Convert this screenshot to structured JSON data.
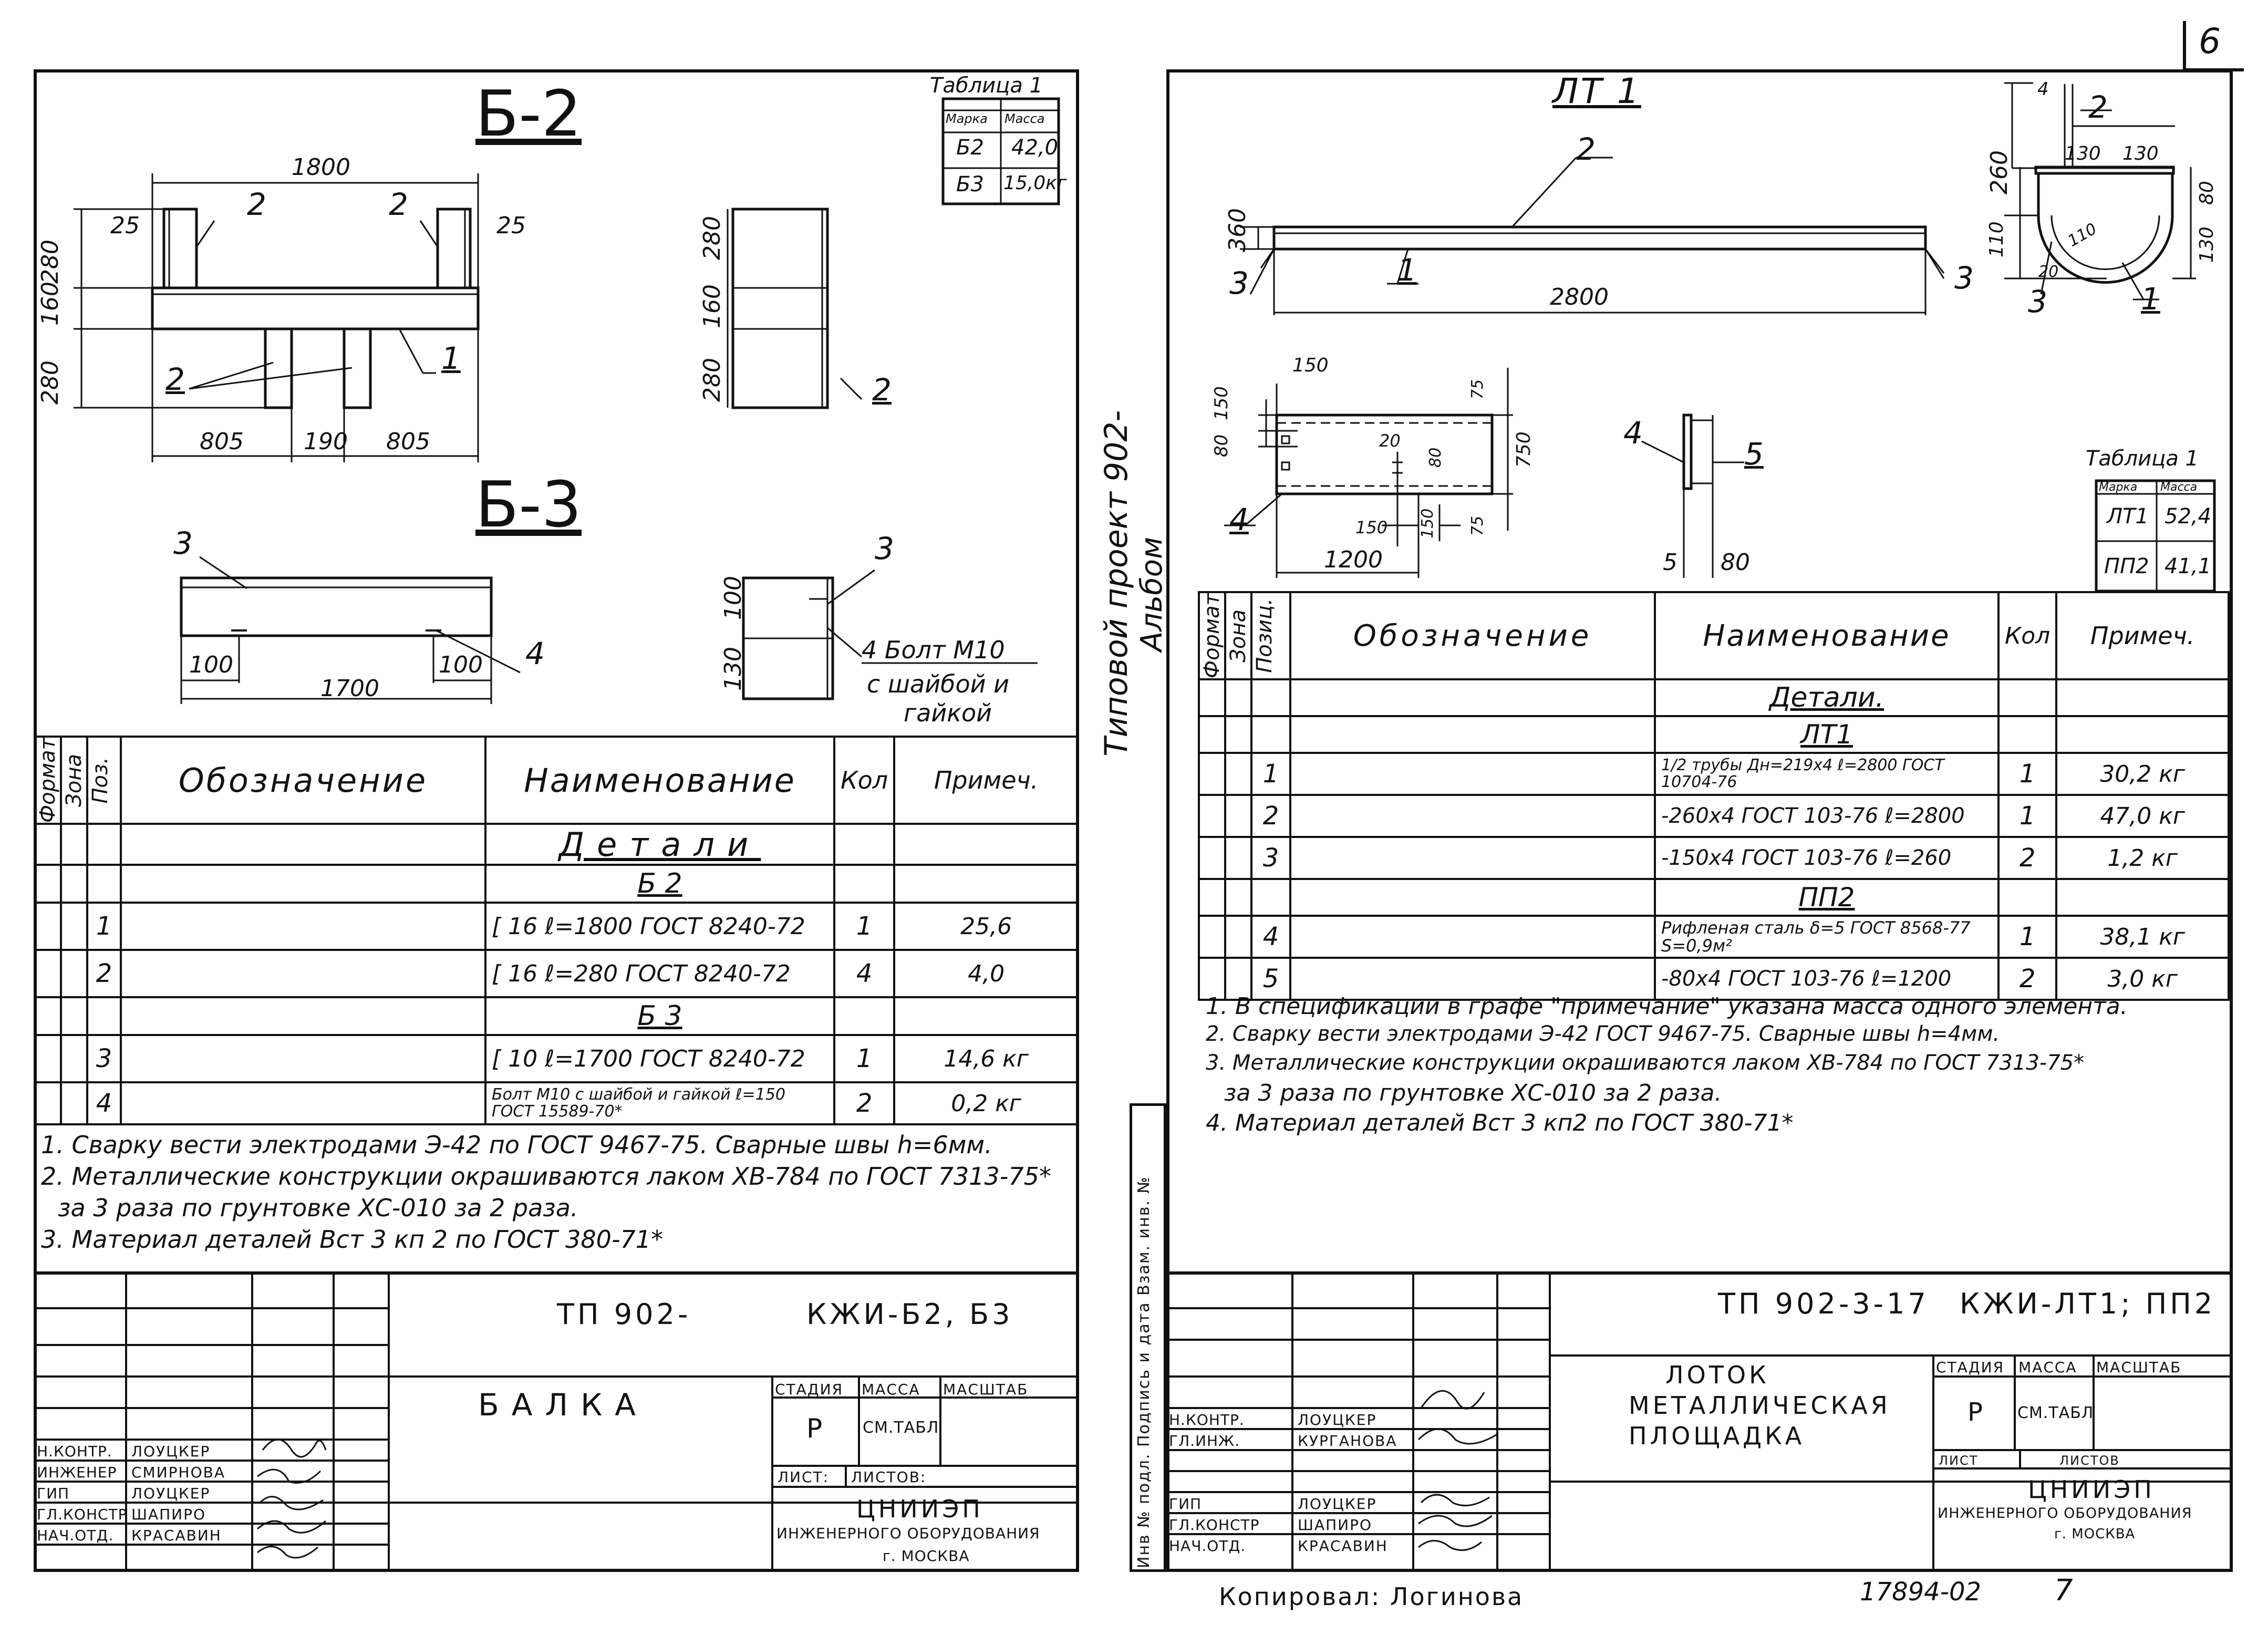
{
  "page_number": "6",
  "left": {
    "title_b2": "Б-2",
    "title_b3": "Б-3",
    "table1": {
      "caption": "Таблица 1",
      "head": [
        "Марка",
        "Масса"
      ],
      "rows": [
        [
          "Б2",
          "42,0"
        ],
        [
          "Б3",
          "15,0кг"
        ]
      ]
    },
    "dims": {
      "d1800": "1800",
      "d25a": "25",
      "d25b": "25",
      "d280a": "280",
      "d160": "160",
      "d280b": "280",
      "d805a": "805",
      "d190": "190",
      "d805b": "805",
      "s280": "280",
      "s160": "160",
      "s280b": "280",
      "d100a": "100",
      "d100b": "100",
      "d1700": "1700",
      "d100c": "100",
      "d130": "130"
    },
    "leaders": {
      "l2a": "2",
      "l2b": "2",
      "l1": "1",
      "l2c": "2",
      "l2d": "2",
      "l3a": "3",
      "l3b": "3",
      "l4": "4"
    },
    "bolt_note": [
      "4 Болт М10",
      "с шайбой и",
      "гайкой"
    ],
    "spec_head": {
      "format": "Формат",
      "zone": "Зона",
      "pos": "Поз.",
      "designation": "Обозначение",
      "name": "Наименование",
      "qty": "Кол",
      "note": "Примеч."
    },
    "spec_sections": {
      "details": "Детали",
      "b2": "Б 2",
      "b3": "Б 3"
    },
    "spec_rows": [
      {
        "pos": "1",
        "name": "[ 16 ℓ=1800 ГОСТ 8240-72",
        "qty": "1",
        "note": "25,6"
      },
      {
        "pos": "2",
        "name": "[ 16 ℓ=280 ГОСТ 8240-72",
        "qty": "4",
        "note": "4,0"
      },
      {
        "pos": "3",
        "name": "[ 10 ℓ=1700 ГОСТ 8240-72",
        "qty": "1",
        "note": "14,6 кг"
      },
      {
        "pos": "4",
        "name": "Болт М10 с шайбой и гайкой ℓ=150 ГОСТ 15589-70*",
        "qty": "2",
        "note": "0,2 кг"
      }
    ],
    "notes": [
      "1. Сварку вести электродами Э-42 по ГОСТ 9467-75. Сварные швы h=6мм.",
      "2. Металлические конструкции окрашиваются лаком ХВ-784 по ГОСТ 7313-75*",
      "за 3 раза по грунтовке ХС-010 за 2 раза.",
      "3. Материал деталей Вст 3 кп 2 по ГОСТ 380-71*"
    ],
    "stamp": {
      "code": "ТП 902-",
      "mark": "КЖИ-Б2, Б3",
      "title": "БАЛКА",
      "stage_h": "СТАДИЯ",
      "mass_h": "МАССА",
      "scale_h": "МАСШТАБ",
      "stage": "Р",
      "mass": "СМ.ТАБЛ",
      "sheet_h": "ЛИСТ:",
      "sheets_h": "ЛИСТОВ:",
      "org1": "ЦНИИЭП",
      "org2": "ИНЖЕНЕРНОГО ОБОРУДОВАНИЯ",
      "org3": "г. МОСКВА",
      "people": [
        [
          "Н.КОНТР.",
          "ЛОУЦКЕР"
        ],
        [
          "ИНЖЕНЕР",
          "СМИРНОВА"
        ],
        [
          "ГИП",
          "ЛОУЦКЕР"
        ],
        [
          "ГЛ.КОНСТР",
          "ШАПИРО"
        ],
        [
          "НАЧ.ОТД.",
          "КРАСАВИН"
        ]
      ]
    }
  },
  "middle": {
    "side_text": "Типовой проект 902-",
    "side_text2": "Альбом",
    "stamp_cols": "Инв № подл.  Подпись и дата  Взам. инв. №"
  },
  "right": {
    "title_lt1": "ЛТ 1",
    "table1": {
      "caption": "Таблица 1",
      "head": [
        "Марка",
        "Масса"
      ],
      "rows": [
        [
          "ЛТ1",
          "52,4"
        ],
        [
          "ПП2",
          "41,1"
        ]
      ]
    },
    "dims": {
      "d360": "360",
      "d2800": "2800",
      "d4": "4",
      "d260": "260",
      "d130a": "130",
      "d130b": "130",
      "d80": "80",
      "d110": "110",
      "d130c": "130",
      "r110": "110",
      "d20a": "20",
      "d150a": "150",
      "d80b": "80",
      "d150b": "150",
      "d75a": "75",
      "d750": "750",
      "d20b": "20",
      "d80c": "80",
      "d150c": "150",
      "d150d": "150",
      "d75b": "75",
      "d1200": "1200",
      "d5": "5",
      "d80d": "80"
    },
    "leaders": {
      "l2": "2",
      "l3a": "3",
      "l1": "1",
      "l3b": "3",
      "l2b": "2",
      "l3c": "3",
      "l1b": "1",
      "l4": "4",
      "l4b": "4",
      "l5": "5"
    },
    "spec_head": {
      "format": "Формат",
      "zone": "Зона",
      "pos": "Позиц.",
      "designation": "Обозначение",
      "name": "Наименование",
      "qty": "Кол",
      "note": "Примеч."
    },
    "spec_sections": {
      "details": "Детали.",
      "lt1": "ЛТ1",
      "pp2": "ПП2"
    },
    "spec_rows": [
      {
        "pos": "1",
        "name": "1/2 трубы Дн=219х4 ℓ=2800 ГОСТ 10704-76",
        "qty": "1",
        "note": "30,2 кг"
      },
      {
        "pos": "2",
        "name": "-260х4 ГОСТ 103-76 ℓ=2800",
        "qty": "1",
        "note": "47,0 кг"
      },
      {
        "pos": "3",
        "name": "-150х4 ГОСТ 103-76 ℓ=260",
        "qty": "2",
        "note": "1,2 кг"
      },
      {
        "pos": "4",
        "name": "Рифленая сталь δ=5 ГОСТ 8568-77 S=0,9м²",
        "qty": "1",
        "note": "38,1 кг"
      },
      {
        "pos": "5",
        "name": "-80х4 ГОСТ 103-76 ℓ=1200",
        "qty": "2",
        "note": "3,0 кг"
      }
    ],
    "notes": [
      "1. В спецификации в графе \"примечание\" указана масса одного элемента.",
      "2. Сварку вести электродами Э-42 ГОСТ 9467-75. Сварные швы h=4мм.",
      "3. Металлические конструкции окрашиваются лаком ХВ-784 по ГОСТ 7313-75*",
      "за 3 раза по грунтовке ХС-010 за 2 раза.",
      "4. Материал деталей Вст 3 кп2 по ГОСТ 380-71*"
    ],
    "stamp": {
      "code": "ТП 902-3-17",
      "mark": "КЖИ-ЛТ1; ПП2",
      "title1": "ЛОТОК",
      "title2": "МЕТАЛЛИЧЕСКАЯ",
      "title3": "ПЛОЩАДКА",
      "stage_h": "СТАДИЯ",
      "mass_h": "МАССА",
      "scale_h": "МАСШТАБ",
      "stage": "Р",
      "mass": "СМ.ТАБЛ",
      "sheet_h": "ЛИСТ",
      "sheets_h": "ЛИСТОВ",
      "org1": "ЦНИИЭП",
      "org2": "ИНЖЕНЕРНОГО ОБОРУДОВАНИЯ",
      "org3": "г. МОСКВА",
      "people": [
        [
          "Н.КОНТР.",
          "ЛОУЦКЕР"
        ],
        [
          "ГЛ.ИНЖ.",
          "КУРГАНОВА"
        ],
        [
          "",
          ""
        ],
        [
          "ГИП",
          "ЛОУЦКЕР"
        ],
        [
          "ГЛ.КОНСТР",
          "ШАПИРО"
        ],
        [
          "НАЧ.ОТД.",
          "КРАСАВИН"
        ]
      ]
    }
  },
  "footer": {
    "copied": "Копировал: Логинова",
    "inv": "17894-02",
    "sheet_no": "7"
  }
}
